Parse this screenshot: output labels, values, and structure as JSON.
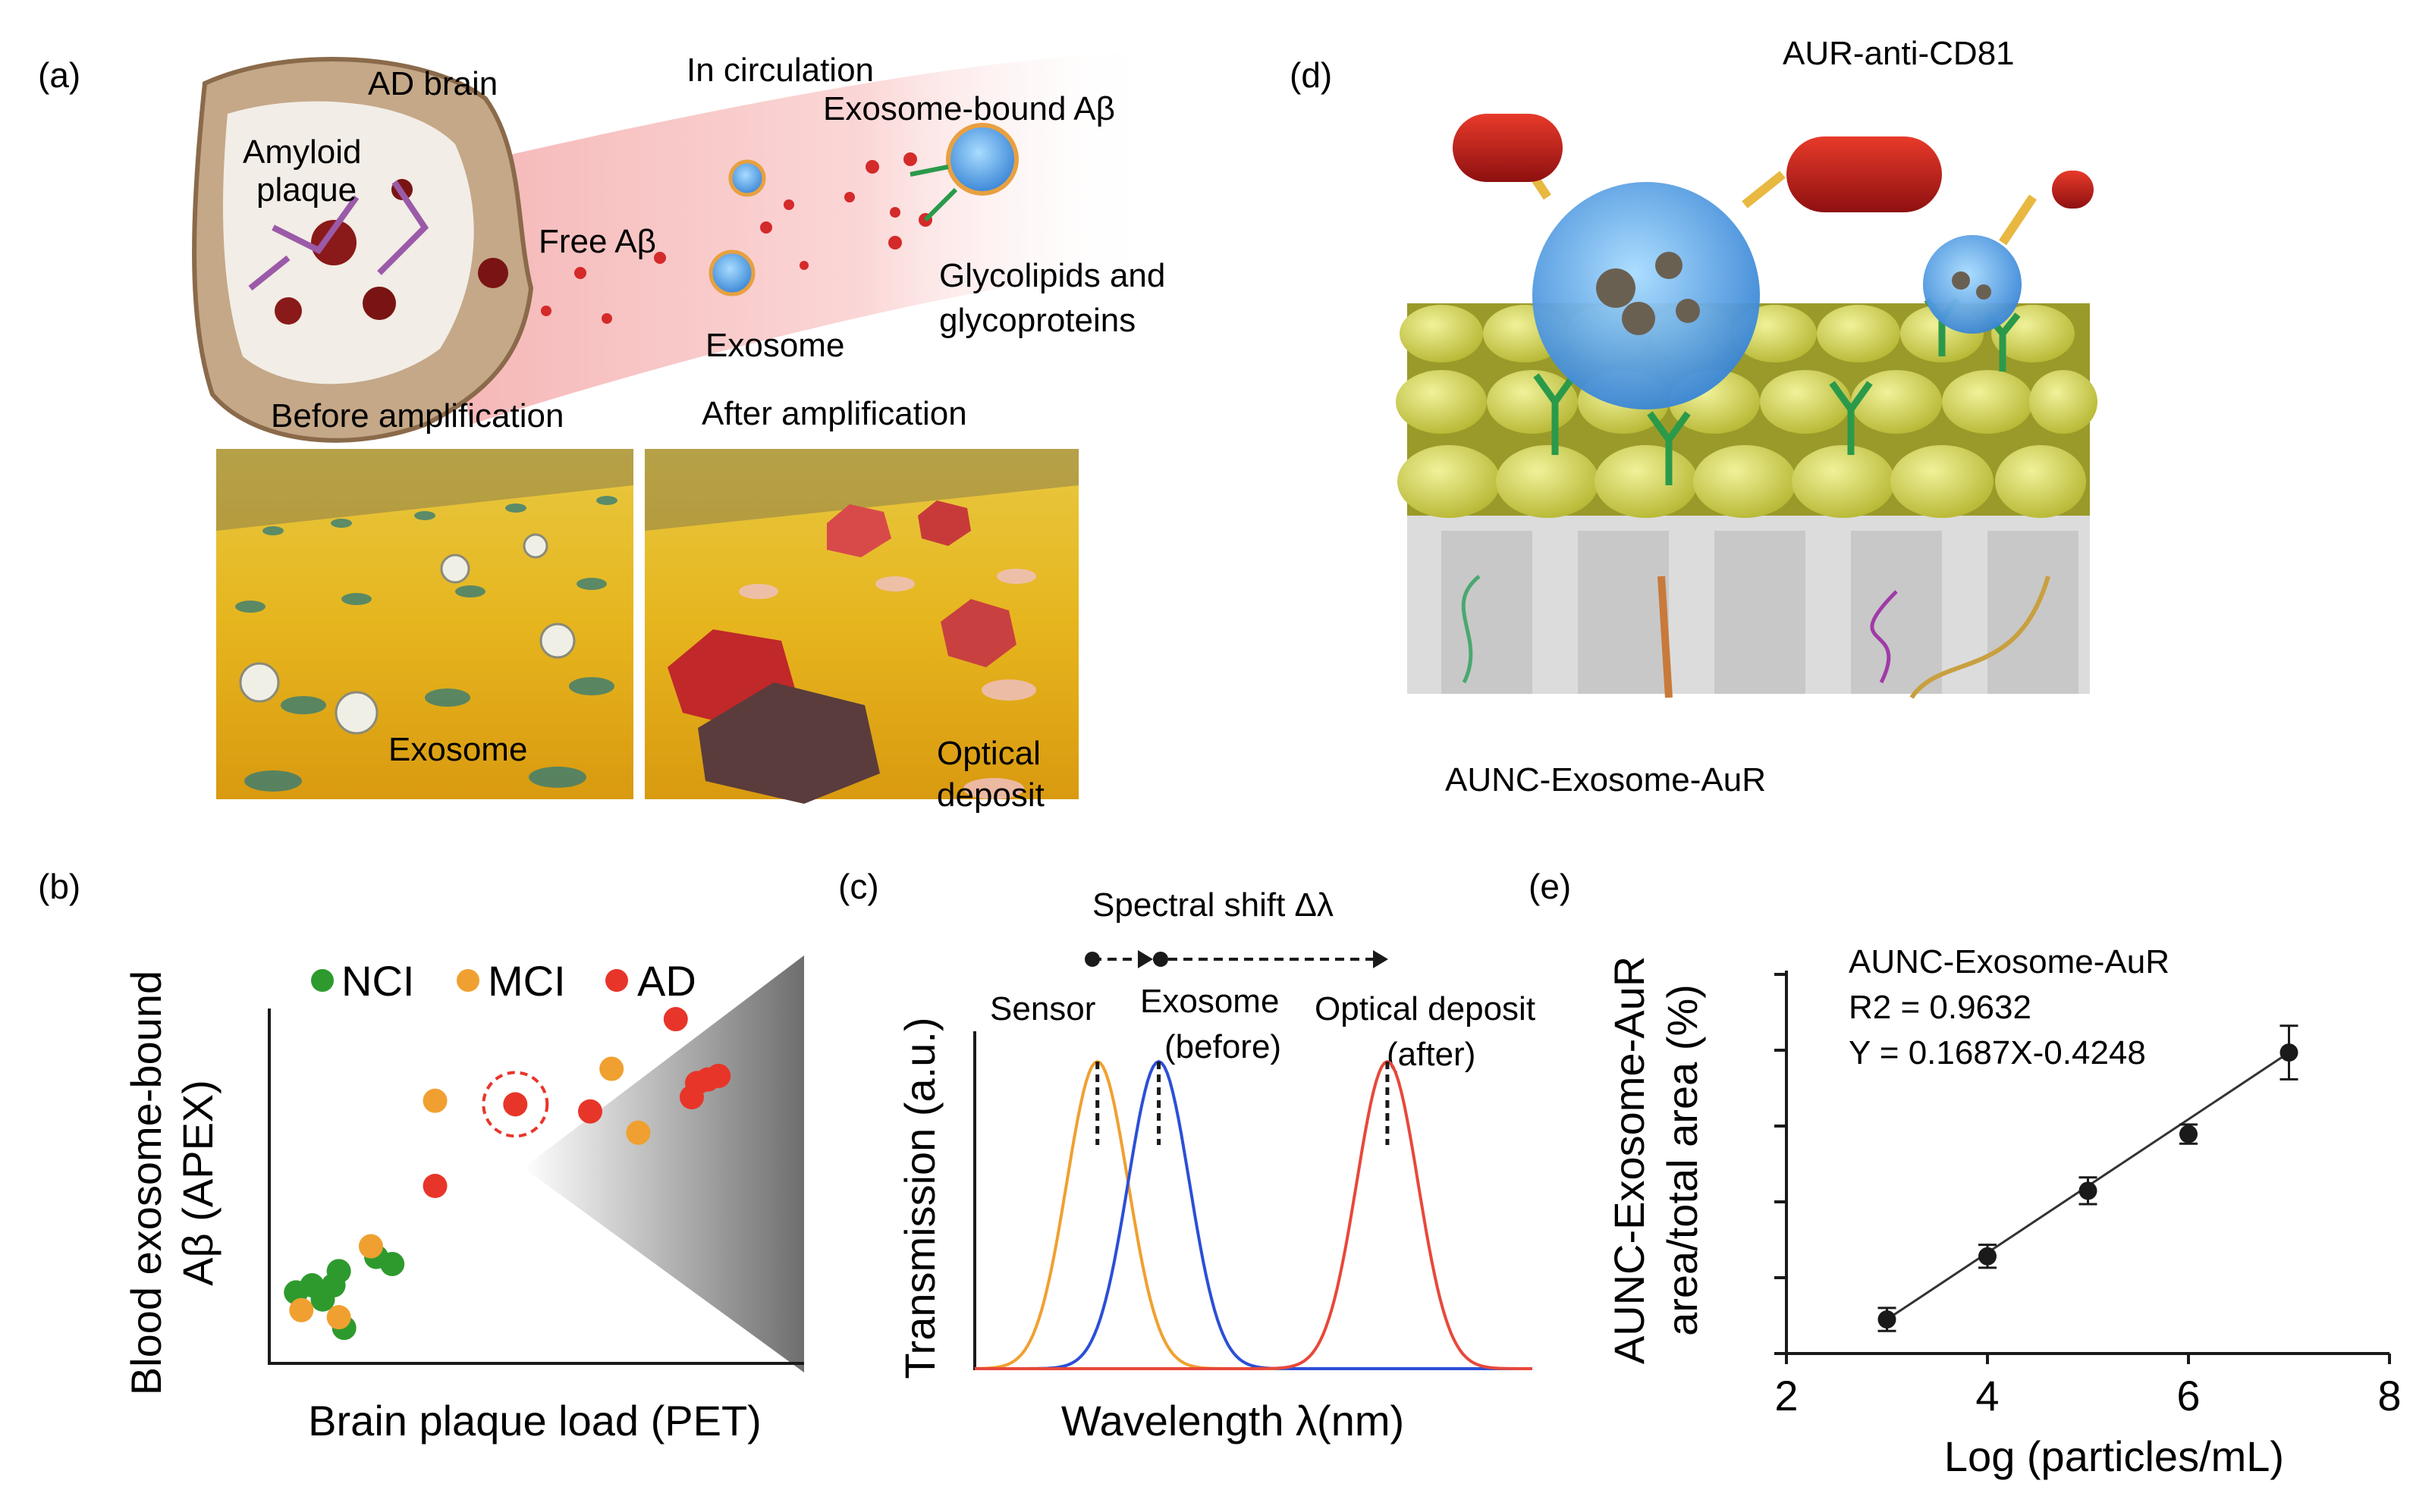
{
  "panels": {
    "a": {
      "letter": "(a)",
      "labels": {
        "ad_brain": "AD brain",
        "amyloid": "Amyloid",
        "plaque": "plaque",
        "in_circulation": "In circulation",
        "exosome_bound": "Exosome-bound Aβ",
        "free_ab": "Free Aβ",
        "glyco_1": "Glycolipids and",
        "glyco_2": "glycoproteins",
        "exosome": "Exosome",
        "before_amp": "Before amplification",
        "after_amp": "After amplification",
        "exosome_sub": "Exosome",
        "optical": "Optical",
        "deposit": "deposit"
      }
    },
    "b": {
      "letter": "(b)",
      "ylabel_line1": "Blood exosome-bound",
      "ylabel_line2": "Aβ (APEX)",
      "xlabel": "Brain plaque load (PET)",
      "legend": [
        "NCI",
        "MCI",
        "AD"
      ],
      "colors": {
        "NCI": "#2e9a2e",
        "MCI": "#f0a030",
        "AD": "#e8352a"
      }
    },
    "c": {
      "letter": "(c)",
      "shift_label": "Spectral shift Δλ",
      "sensor": "Sensor",
      "exosome_1": "Exosome",
      "exosome_2": "(before)",
      "deposit_1": "Optical deposit",
      "deposit_2": "(after)",
      "ylabel": "Transmission (a.u.)",
      "xlabel": "Wavelength λ(nm)",
      "colors": {
        "sensor": "#f0a030",
        "exosome": "#2b4fd6",
        "deposit": "#e8483a"
      }
    },
    "d": {
      "letter": "(d)",
      "top_label": "AUR-anti-CD81",
      "bottom_label": "AUNC-Exosome-AuR"
    },
    "e": {
      "letter": "(e)",
      "ylabel_line1": "AUNC-Exosome-AuR",
      "ylabel_line2": "area/total area (%)",
      "xlabel": "Log (particles/mL)",
      "annot_1": "AUNC-Exosome-AuR",
      "annot_2": "R2 = 0.9632",
      "annot_3": "Y = 0.1687X-0.4248"
    }
  },
  "chart_data": [
    {
      "panel": "b",
      "type": "scatter",
      "xlabel": "Brain plaque load (PET)",
      "ylabel": "Blood exosome-bound Aβ (APEX)",
      "grid": false,
      "legend": "top",
      "series": [
        {
          "name": "NCI",
          "x": [
            0.05,
            0.08,
            0.12,
            0.13,
            0.2,
            0.23,
            0.14,
            0.1
          ],
          "y": [
            0.2,
            0.22,
            0.22,
            0.26,
            0.3,
            0.28,
            0.1,
            0.18
          ]
        },
        {
          "name": "MCI",
          "x": [
            0.06,
            0.13,
            0.19,
            0.31,
            0.64,
            0.69
          ],
          "y": [
            0.15,
            0.13,
            0.33,
            0.74,
            0.83,
            0.65
          ]
        },
        {
          "name": "AD",
          "x": [
            0.31,
            0.46,
            0.6,
            0.76,
            0.8,
            0.82,
            0.84,
            0.79
          ],
          "y": [
            0.5,
            0.73,
            0.71,
            0.97,
            0.79,
            0.8,
            0.81,
            0.75
          ]
        }
      ],
      "highlight": {
        "x": 0.46,
        "y": 0.73
      }
    },
    {
      "panel": "c",
      "type": "line",
      "xlabel": "Wavelength λ(nm)",
      "ylabel": "Transmission (a.u.)",
      "series": [
        {
          "name": "Sensor",
          "peak": 0.22
        },
        {
          "name": "Exosome (before)",
          "peak": 0.33
        },
        {
          "name": "Optical deposit (after)",
          "peak": 0.74
        }
      ]
    },
    {
      "panel": "e",
      "type": "scatter",
      "xlabel": "Log (particles/mL)",
      "ylabel": "AUNC-Exosome-AuR area/total area (%)",
      "xlim": [
        2,
        8
      ],
      "ylim": [
        0,
        1
      ],
      "xticks": [
        2,
        4,
        6,
        8
      ],
      "x": [
        3,
        4,
        5,
        6,
        7
      ],
      "y": [
        0.089,
        0.254,
        0.425,
        0.573,
        0.786
      ],
      "err": [
        0.03,
        0.03,
        0.035,
        0.025,
        0.07
      ],
      "fit": {
        "slope": 0.1687,
        "intercept": -0.4248,
        "r2": 0.9632
      }
    }
  ]
}
